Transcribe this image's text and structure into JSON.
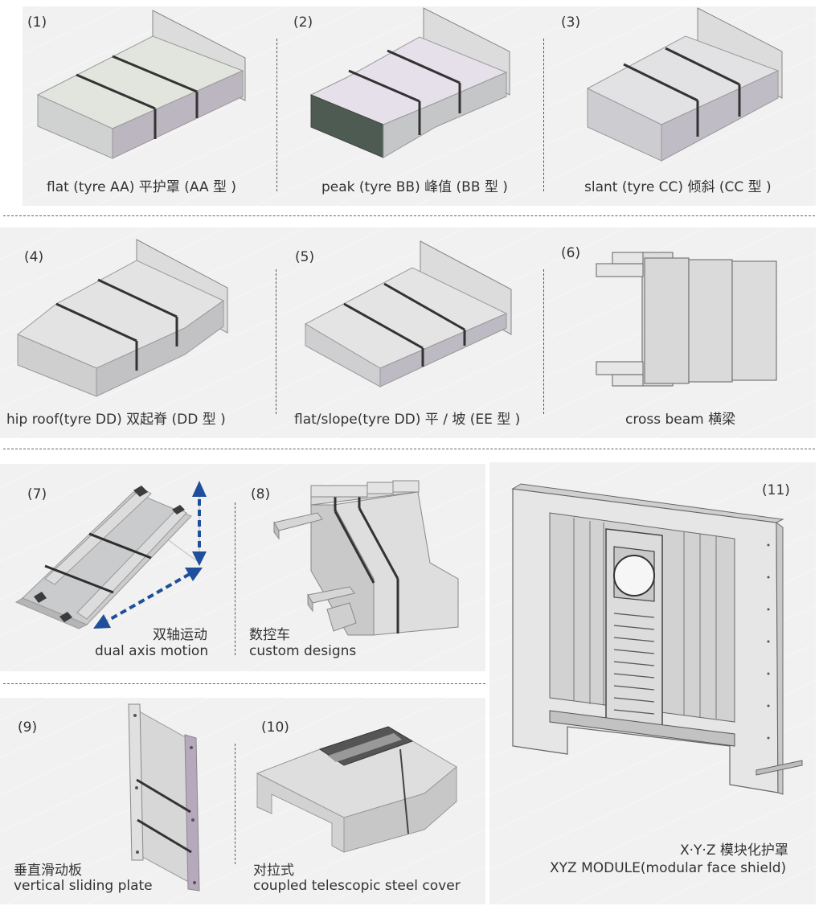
{
  "items": [
    {
      "num": "(1)",
      "caption": "flat (tyre AA)  平护罩 (AA 型 )"
    },
    {
      "num": "(2)",
      "caption": "peak (tyre BB)  峰值 (BB 型 )"
    },
    {
      "num": "(3)",
      "caption": "slant (tyre CC)   倾斜 (CC 型 )"
    },
    {
      "num": "(4)",
      "caption": "hip roof(tyre DD) 双起脊 (DD 型 )"
    },
    {
      "num": "(5)",
      "caption": "flat/slope(tyre DD) 平 / 坡 (EE 型 )"
    },
    {
      "num": "(6)",
      "caption": "cross beam   横梁"
    },
    {
      "num": "(7)",
      "caption_cn": "双轴运动",
      "caption_en": "dual axis motion"
    },
    {
      "num": "(8)",
      "caption_cn": "数控车",
      "caption_en": "custom designs"
    },
    {
      "num": "(9)",
      "caption_cn": "垂直滑动板",
      "caption_en": "vertical sliding plate"
    },
    {
      "num": "(10)",
      "caption_cn": "对拉式",
      "caption_en": "coupled telescopic steel cover"
    },
    {
      "num": "(11)",
      "caption_cn": "X·Y·Z 模块化护罩",
      "caption_en": "XYZ MODULE(modular face shield)"
    }
  ],
  "colors": {
    "panel": "#f1f1f1",
    "face_top": "#dfe3dd",
    "face_front": "#c9cbcc",
    "face_side": "#b9b3bf",
    "arrow": "#1f4e9a"
  }
}
